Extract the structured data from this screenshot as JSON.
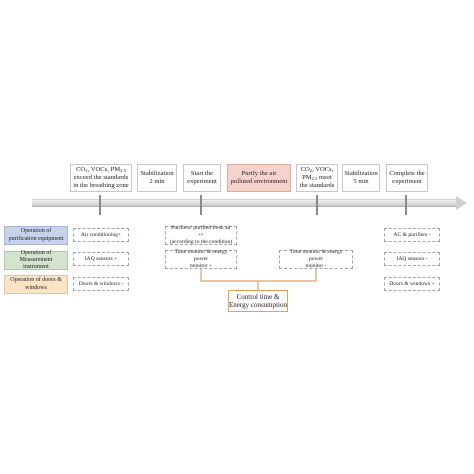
{
  "stages": [
    {
      "line1": "CO",
      "sub1": "2",
      "line1b": ", VOCs, PM",
      "sub1b": "2.5",
      "line2": "exceed the standards",
      "line3": "in the breathing zone"
    },
    {
      "line1": "Stabilization",
      "line2": "2 min"
    },
    {
      "line1": "Start the",
      "line2": "experiment"
    },
    {
      "line1": "Purify the air",
      "line2": "polluted environment"
    },
    {
      "line1": "CO",
      "sub1": "2",
      "line1b": ", VOCs,",
      "line2a": "PM",
      "sub2": "2.5",
      "line2b": " meet",
      "line3": "the standards"
    },
    {
      "line1": "Stabilization",
      "line2": "5 min"
    },
    {
      "line1": "Complete the",
      "line2": "experiment"
    }
  ],
  "row_labels": [
    {
      "text": "Operation of purification equipment",
      "color": "#c7d3ea"
    },
    {
      "text": "Operation of Measurement instrument",
      "color": "#d3e3cd"
    },
    {
      "text": "Operation of doors & windows",
      "color": "#fbe3c6"
    }
  ],
  "dashed_boxes": {
    "air_conditioning": "Air conditioning+",
    "iaq_sensors_on": "IAQ sensors +",
    "doors_windows_close": "Doors & windows -",
    "purifiers_line1": "Purifiers/ purified fresh air +/-",
    "purifiers_line2": "(according to the condition)",
    "time_monitor_1_line1": "Time monitor & energy power",
    "time_monitor_1_line2": "monitor +",
    "time_monitor_2_line1": "Time monitor & energy power",
    "time_monitor_2_line2": "monitor -",
    "ac_purifiers_off": "AC & purifiers -",
    "iaq_sensors_off": "IAQ sensors -",
    "doors_windows_open": "Doors & windows +"
  },
  "control_box": {
    "line1": "Control time &",
    "line2": "Energy consumption"
  },
  "colors": {
    "highlight_stage": "#f6d2cd",
    "connector": "#e0a25a",
    "dashed_border": "#9aa4b4",
    "timeline": "#d9d9d9"
  }
}
